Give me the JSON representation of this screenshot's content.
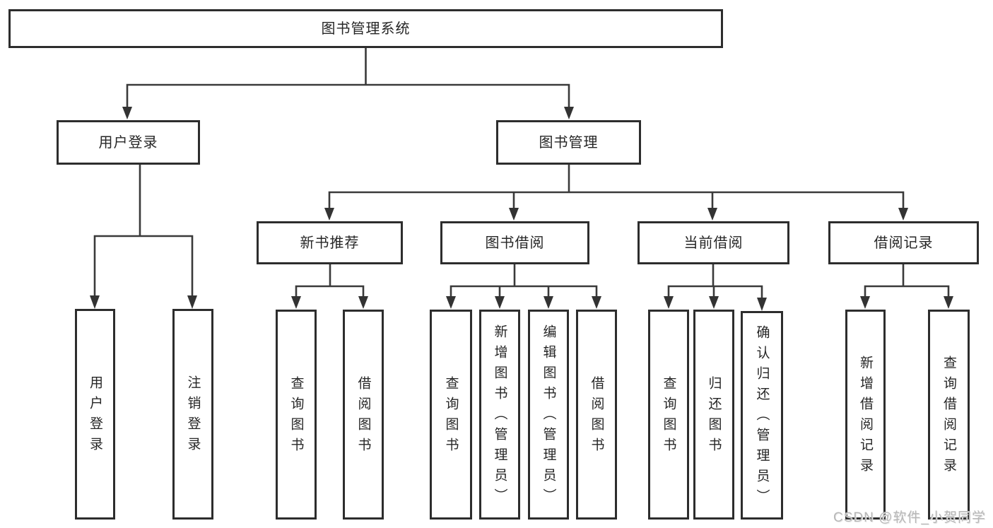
{
  "diagram": {
    "background_color": "#ffffff",
    "line_color": "#3a3a3a",
    "box_border_color": "#2d2d2d",
    "text_color": "#262626",
    "watermark": {
      "text": "CSDN @软件_小贺同学",
      "color": "#b7b7b7"
    },
    "root": {
      "label": "图书管理系统"
    },
    "branches": [
      {
        "label": "用户登录",
        "children": [
          {
            "label": "用户登录"
          },
          {
            "label": "注销登录"
          }
        ]
      },
      {
        "label": "图书管理",
        "groups": [
          {
            "label": "新书推荐",
            "children": [
              {
                "label": "查询图书"
              },
              {
                "label": "借阅图书"
              }
            ]
          },
          {
            "label": "图书借阅",
            "children": [
              {
                "label": "查询图书"
              },
              {
                "label": "新增图书（管理员）"
              },
              {
                "label": "编辑图书（管理员）"
              },
              {
                "label": "借阅图书"
              }
            ]
          },
          {
            "label": "当前借阅",
            "children": [
              {
                "label": "查询图书"
              },
              {
                "label": "归还图书"
              },
              {
                "label": "确认归还（管理员）"
              }
            ]
          },
          {
            "label": "借阅记录",
            "children": [
              {
                "label": "新增借阅记录"
              },
              {
                "label": "查询借阅记录"
              }
            ]
          }
        ]
      }
    ]
  }
}
